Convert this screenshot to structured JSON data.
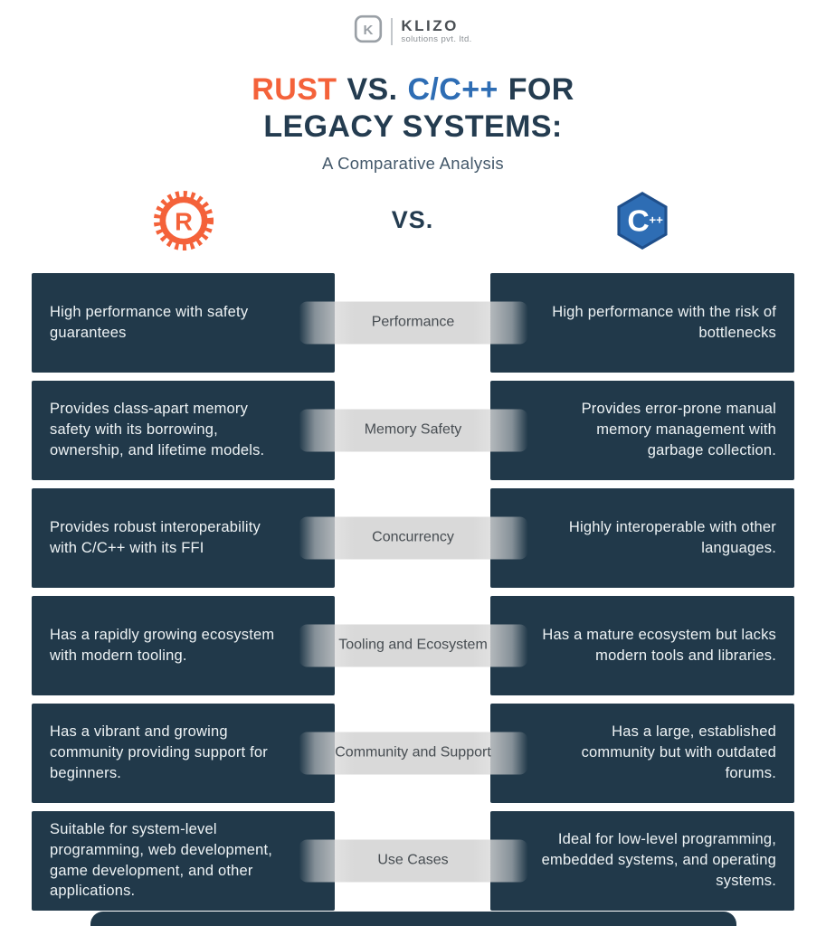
{
  "brand": {
    "name": "KLIZO",
    "tagline": "solutions pvt. ltd."
  },
  "title": {
    "rust": "RUST",
    "vs": "VS.",
    "cpp": "C/C++",
    "for": "FOR",
    "line2": "LEGACY SYSTEMS:",
    "subtitle": "A Comparative Analysis"
  },
  "versus_label": "VS.",
  "icons": {
    "brand_letter": "K",
    "rust_letter": "R",
    "cpp_letter": "C",
    "cpp_plus": "++"
  },
  "colors": {
    "rust_orange": "#f4623a",
    "cpp_blue": "#2e6db4",
    "panel_dark": "#21394a",
    "pill_gray": "#d9d9d9",
    "title_navy": "#243c50"
  },
  "rows": [
    {
      "label": "Performance",
      "left": "High performance with safety guarantees",
      "right": "High performance with the risk of bottlenecks"
    },
    {
      "label": "Memory Safety",
      "left": "Provides class-apart memory safety with its borrowing, ownership, and lifetime models.",
      "right": "Provides error-prone manual memory management with garbage collection."
    },
    {
      "label": "Concurrency",
      "left": "Provides robust interoperability with C/C++ with its FFI",
      "right": "Highly interoperable with other languages."
    },
    {
      "label": "Tooling and Ecosystem",
      "left": "Has a rapidly growing ecosystem with modern tooling.",
      "right": "Has a mature ecosystem but lacks modern tools and libraries."
    },
    {
      "label": "Community and Support",
      "left": "Has a vibrant and growing community providing support for beginners.",
      "right": "Has a large, established community but with outdated forums."
    },
    {
      "label": "Use Cases",
      "left": "Suitable for system-level programming, web development, game development, and other applications.",
      "right": "Ideal for low-level programming, embedded systems, and operating systems."
    }
  ]
}
